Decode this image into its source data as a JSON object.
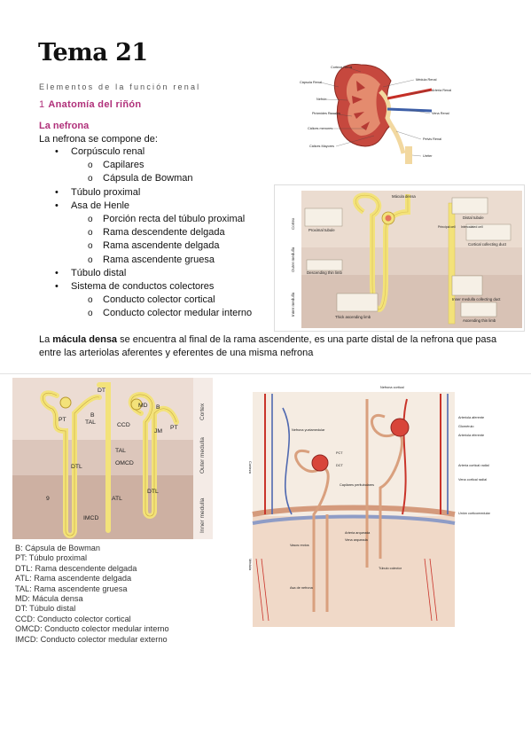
{
  "page": {
    "title": "Tema 21",
    "subtitle": "Elementos de la función renal",
    "section_number": "1",
    "section_title": "Anatomía del riñón",
    "nephron_heading": "La nefrona",
    "intro": "La nefrona se compone de:",
    "list": [
      {
        "level": 1,
        "text": "Corpúsculo renal"
      },
      {
        "level": 2,
        "text": "Capilares"
      },
      {
        "level": 2,
        "text": "Cápsula de Bowman"
      },
      {
        "level": 1,
        "text": "Túbulo proximal"
      },
      {
        "level": 1,
        "text": "Asa de Henle"
      },
      {
        "level": 2,
        "text": "Porción recta del túbulo proximal"
      },
      {
        "level": 2,
        "text": "Rama descendente delgada"
      },
      {
        "level": 2,
        "text": "Rama ascendente delgada"
      },
      {
        "level": 2,
        "text": "Rama ascendente gruesa"
      },
      {
        "level": 1,
        "text": "Túbulo distal"
      },
      {
        "level": 1,
        "text": "Sistema de conductos colectores"
      },
      {
        "level": 2,
        "text": "Conducto colector cortical"
      },
      {
        "level": 2,
        "text": "Conducto colector medular interno"
      }
    ],
    "macula": {
      "pre": "La ",
      "bold": "mácula densa",
      "post": " se encuentra al final de la rama ascendente, es una parte distal de la nefrona que pasa entre las arteriolas aferentes y eferentes de una misma nefrona"
    },
    "legend": [
      "B: Cápsula de Bowman",
      "PT: Túbulo proximal",
      "DTL: Rama descendente delgada",
      "ATL: Rama ascendente delgada",
      "TAL: Rama ascendente gruesa",
      "MD: Mácula densa",
      "DT: Túbulo distal",
      "CCD: Conducto colector cortical",
      "OMCD: Conducto colector medular interno",
      "IMCD: Conducto colector medular externo"
    ]
  },
  "kidney_figure": {
    "labels": [
      "Corteza Renal",
      "Cápsula Renal",
      "Nefrón",
      "Pirámides Renales",
      "Cálices menores",
      "Cálices Mayores",
      "Médula Renal",
      "Arteria Renal",
      "Vena Renal",
      "Pelvis Renal",
      "Uréter"
    ]
  },
  "nephron_micro_figure": {
    "top_label": "Mácula densa",
    "zones": [
      "Cortex",
      "Outer medulla",
      "Inner medulla"
    ],
    "labels": [
      "Distal tubule",
      "Principal cell",
      "Intercalated cell",
      "Proximal tubule",
      "Cortical collecting duct",
      "Descending thin limb",
      "Inner medulla collecting duct",
      "Thick ascending limb",
      "Ascending thin limb"
    ]
  },
  "nephron_scheme_figure": {
    "labels": [
      "DT",
      "B",
      "PT",
      "TAL",
      "MD",
      "B",
      "CCD",
      "JM",
      "PT",
      "DTL",
      "TAL",
      "OMCD",
      "DTL",
      "ATL",
      "IMCD",
      "9"
    ],
    "zones": [
      "Cortex",
      "Outer medulla",
      "Inner medulla"
    ]
  },
  "vascular_figure": {
    "labels": [
      "Nefrona cortical",
      "Nefrona yuxtamedular",
      "Arteriola aferente",
      "Glomérulo",
      "Arteriola eferente",
      "PCT",
      "DCT",
      "Arteria cortical radial",
      "Vena cortical radial",
      "Capilares peritubulares",
      "Unión corticomedular",
      "Arteria arqueada",
      "Vena arqueada",
      "Vasos rectos",
      "Túbulo colector",
      "Asa de nefrona"
    ],
    "zones": [
      "Corteza",
      "Médula"
    ]
  },
  "colors": {
    "heading_accent": "#b0307a",
    "tubule_yellow": "#f3e27a",
    "cortex_bg": "#eadcd2",
    "medulla_bg": "#d8c4b8"
  }
}
